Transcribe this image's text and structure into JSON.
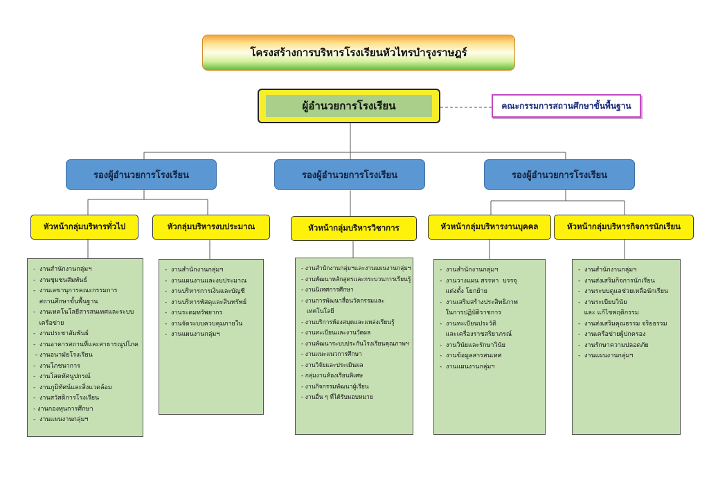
{
  "title": "โครงสร้างการบริหารโรงเรียนหัวไทรบำรุงราษฎร์",
  "director": "ผู้อำนวยการโรงเรียน",
  "board": "คณะกรรมการสถานศึกษาขั้นพื้นฐาน",
  "deputies": [
    "รองผู้อำนวยการโรงเรียน",
    "รองผู้อำนวยการโรงเรียน",
    "รองผู้อำนวยการโรงเรียน"
  ],
  "groups": [
    {
      "head": "หัวหน้ากลุ่มบริหารทั่วไป",
      "tasks": [
        "-  งานสำนักงานกลุ่มฯ",
        "-  งานชุมชนสัมพันธ์",
        "-  งานเลขานุการคณะกรรมการ",
        "   สถานศึกษาขั้นพื้นฐาน",
        "-  งานเทคโนโลยีสารสนเทศและระบบ",
        "   เครือข่าย",
        "-  งานประชาสัมพันธ์",
        "-  งานอาคารสถานที่และสาธารณูปโภค",
        " - งานอนามัยโรงเรียน",
        "-  งานโภชนาการ",
        "-  งานโสตทัศนูปกรณ์",
        "-  งานภูมิทัศน์และสิ่งแวดล้อม",
        "-  งานสวัสดิการโรงเรียน",
        "- งานกองทุนการศึกษา",
        "-  งานแผนงานกลุ่มฯ"
      ]
    },
    {
      "head": "หัวกลุ่มบริหารงบประมาณ",
      "tasks": [
        "-  งานสำนักงานกลุ่มฯ",
        "-  งานแผนงานและงบประมาณ",
        "-  งานบริหารการเงินและบัญชี",
        "-  งานบริหารพัสดุและสินทรัพย์",
        "-  งานระดมทรัพยากร",
        "-  งานจัดระบบควบคุมภายใน",
        "-  งานแผนงานกลุ่มฯ"
      ]
    },
    {
      "head": "หัวหน้ากลุ่มบริหารวิชาการ",
      "tasks": [
        "- งานสำนักงานกลุ่มฯและงานแผนงานกลุ่มฯ",
        "- งานพัฒนาหลักสูตรและกระบวนการเรียนรู้",
        "- งานนิเทศการศึกษา",
        "- งานการพัฒนาสื่อนวัตกรรมและ",
        "   เทคโนโลยี",
        "- งานบริการห้องสมุดและแหล่งเรียนรู้",
        "- งานทะเบียนและงานวัดผล",
        "- งานพัฒนาระบบประกันโรงเรียนคุณภาพฯ",
        "- งานแนะแนวการศึกษา",
        "- งานวิจัยและประเมินผล",
        "- กลุ่มงานห้องเรียนพิเศษ",
        "- งานกิจกรรมพัฒนาผู้เรียน",
        "- งานอื่น ๆ ที่ได้รับมอบหมาย"
      ]
    },
    {
      "head": "หัวหน้ากลุ่มบริหารงานบุคคล",
      "tasks": [
        "-  งานสำนักงานกลุ่มฯ",
        "-  งานวางแผน สรรหา  บรรจุ",
        "   แต่งตั้ง โยกย้าย",
        "-  งานเสริมสร้างประสิทธิภาพ",
        "   ในการปฏิบัติราชการ",
        "-  งานทะเบียนประวัติ",
        "   และเครื่องราชสริยาภรณ์",
        "-  งานวินัยและรักษาวินัย",
        "-  งานข้อมูลสารสนเทศ",
        "-  งานแผนงานกลุ่มฯ"
      ]
    },
    {
      "head": "หัวหน้ากลุ่มบริหารกิจการนักเรียน",
      "tasks": [
        "-  งานสำนักงานกลุ่มฯ",
        "-  งานส่งเสริมกิจการนักเรียน",
        "-  งานระบบดูแลช่วยเหลือนักเรียน",
        "-  งานระเบียบวินัย",
        "   และ แก้ไขพฤติกรรม",
        "-  งานส่งเสริมคุณธรรม จริยธรรม",
        "-  งานเครือข่ายผู้ปกครอง",
        "-  งานรักษาความปลอดภัย",
        "-  งานแผนงานกลุ่มฯ"
      ]
    }
  ]
}
